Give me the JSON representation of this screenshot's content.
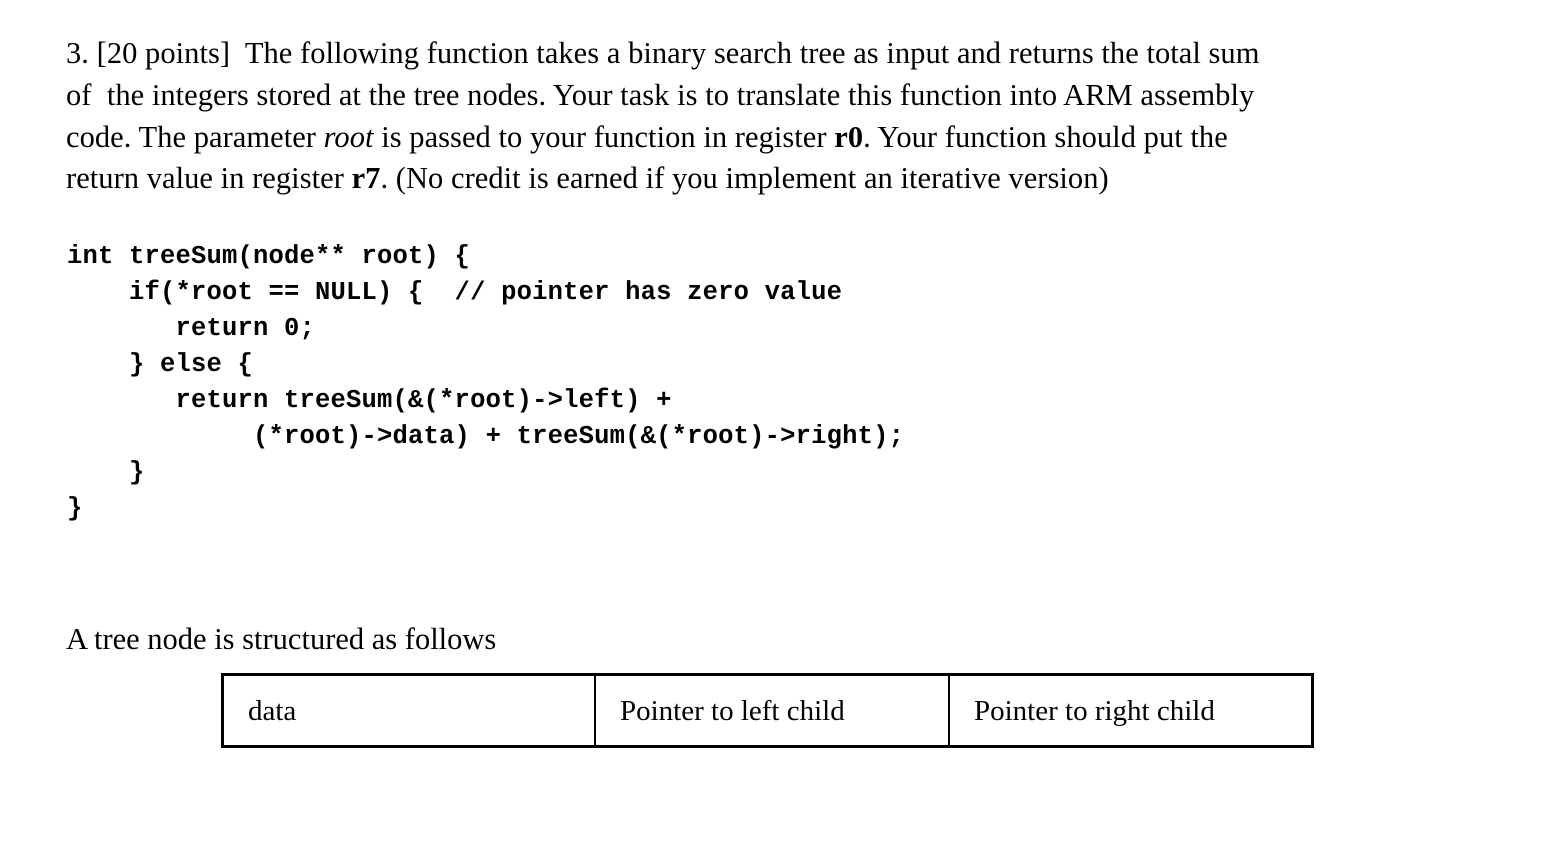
{
  "document": {
    "question": {
      "number": "3.",
      "points_label": "[20 points]",
      "lines": [
        {
          "segments": [
            {
              "text": "3. [20 points]  The following function takes a binary search tree as input and returns the total sum",
              "style": "normal"
            }
          ]
        },
        {
          "segments": [
            {
              "text": "of  the integers stored at the tree nodes. Your task is to translate this function into ARM assembly",
              "style": "normal"
            }
          ]
        },
        {
          "segments": [
            {
              "text": "code. The parameter ",
              "style": "normal"
            },
            {
              "text": "root",
              "style": "italic"
            },
            {
              "text": " is passed to your function in register ",
              "style": "normal"
            },
            {
              "text": "r0",
              "style": "bold"
            },
            {
              "text": ". Your function should put the",
              "style": "normal"
            }
          ]
        },
        {
          "segments": [
            {
              "text": "return value in register ",
              "style": "normal"
            },
            {
              "text": "r7",
              "style": "bold"
            },
            {
              "text": ". (No credit is earned if you implement an iterative version)",
              "style": "normal"
            }
          ]
        }
      ],
      "full_text": "3. [20 points]  The following function takes a binary search tree as input and returns the total sum of  the integers stored at the tree nodes. Your task is to translate this function into ARM assembly code. The parameter root is passed to your function in register r0. Your function should put the return value in register r7. (No credit is earned if you implement an iterative version)"
    },
    "code": {
      "language": "c",
      "function_name": "treeSum",
      "lines": [
        "int treeSum(node** root) {",
        "",
        "    if(*root == NULL) {  // pointer has zero value",
        "       return 0;",
        "    } else {",
        "       return treeSum(&(*root)->left) +",
        "            (*root)->data) + treeSum(&(*root)->right);",
        "    }",
        "}"
      ]
    },
    "node_caption": "A tree node is structured as follows",
    "node_table": {
      "cells": [
        "data",
        "Pointer to left child",
        "Pointer to right child"
      ]
    },
    "colors": {
      "text": "#000000",
      "background": "#ffffff",
      "table_border": "#000000"
    }
  }
}
